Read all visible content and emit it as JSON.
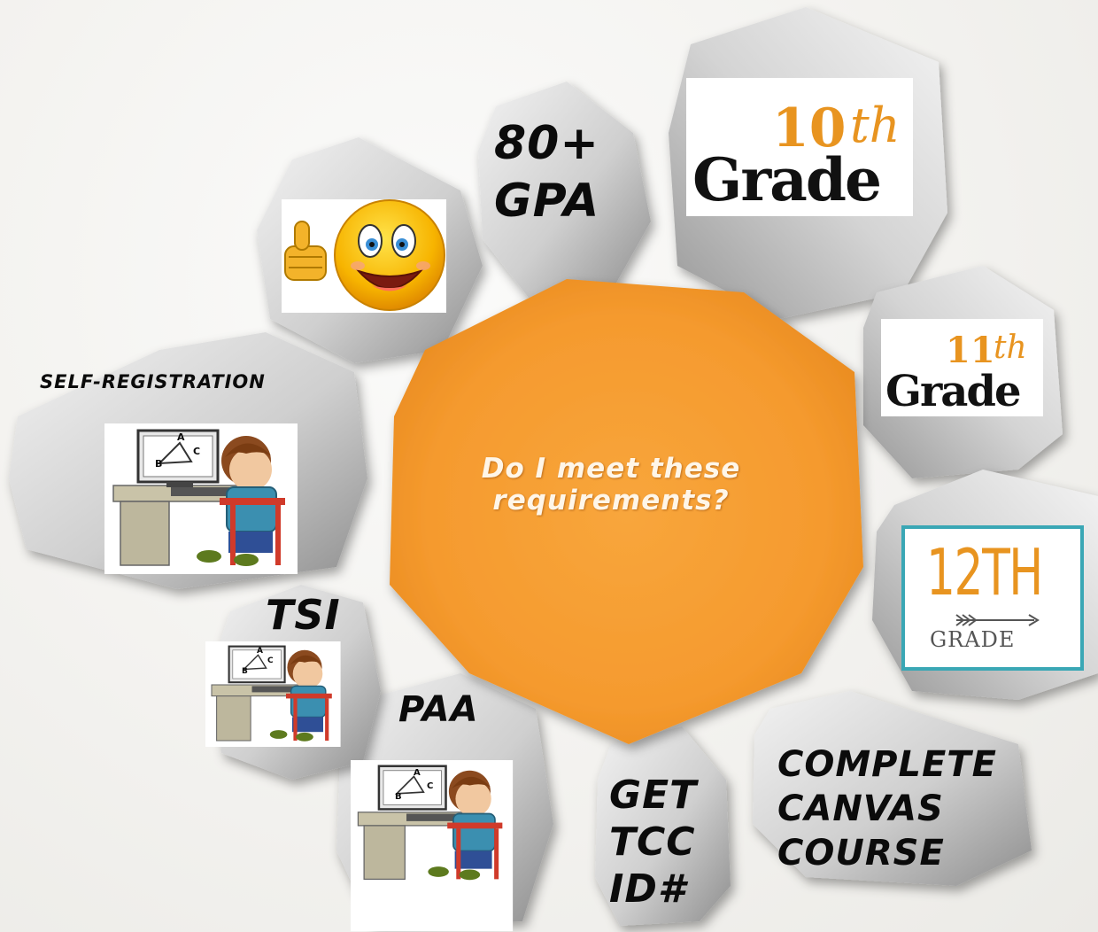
{
  "center": {
    "line1": "Do I meet these",
    "line2": "requirements?"
  },
  "items": {
    "gpa": {
      "line1": "80+",
      "line2": "GPA"
    },
    "grade10": {
      "number": "10",
      "suffix": "th",
      "word": "Grade"
    },
    "grade11": {
      "number": "11",
      "suffix": "th",
      "word": "Grade"
    },
    "grade12": {
      "number": "12TH",
      "word": "GRADE"
    },
    "self_registration": {
      "label": "Self-Registration"
    },
    "tsi": {
      "label": "TSI"
    },
    "paa": {
      "label": "PAA"
    },
    "tcc_id": {
      "line1": "Get",
      "line2": "TCC",
      "line3": "ID#"
    },
    "canvas": {
      "line1": "Complete",
      "line2": "Canvas",
      "line3": "course"
    }
  },
  "screen_letters": {
    "a": "A",
    "b": "B",
    "c": "C"
  },
  "colors": {
    "center": "#f7a035",
    "hex_light": "#e6e6e6",
    "hex_dark": "#8f8f8f",
    "accent_orange": "#e89420",
    "frame_teal": "#3aa7b5"
  }
}
